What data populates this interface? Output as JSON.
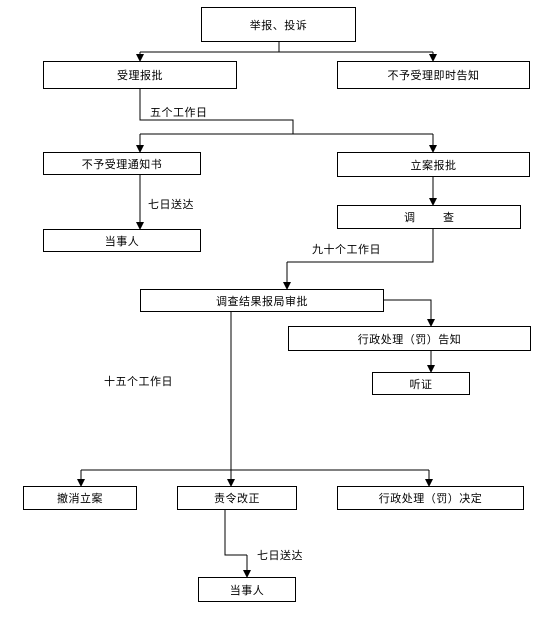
{
  "nodes": {
    "report": "举报、投诉",
    "accept": "受理报批",
    "no_accept_notice": "不予受理即时告知",
    "no_accept_letter": "不予受理通知书",
    "file_case": "立案报批",
    "party_1": "当事人",
    "investigate_1": "调",
    "investigate_2": "查",
    "result_review": "调查结果报局审批",
    "penalty_notice": "行政处理（罚）告知",
    "hearing": "听证",
    "revoke": "撤消立案",
    "order_fix": "责令改正",
    "penalty_decision": "行政处理（罚）决定",
    "party_2": "当事人"
  },
  "labels": {
    "five_days": "五个工作日",
    "seven_days_1": "七日送达",
    "ninety_days": "九十个工作日",
    "fifteen_days": "十五个工作日",
    "seven_days_2": "七日送达"
  },
  "colors": {
    "line": "#000000",
    "box_border": "#000000",
    "background": "#ffffff"
  }
}
